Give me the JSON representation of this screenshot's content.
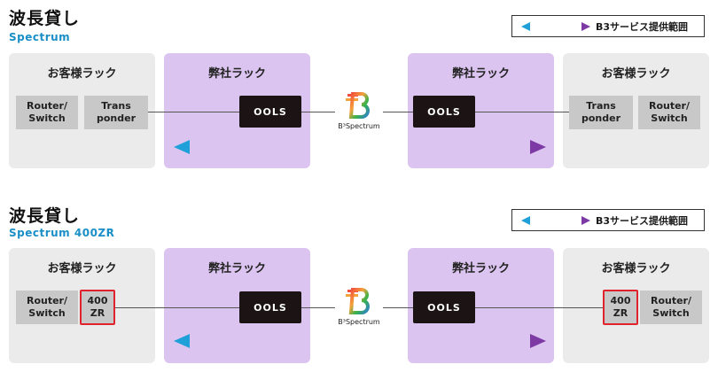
{
  "colors": {
    "accent_blue": "#1a8fc7",
    "purple": "#7b3fa6",
    "red_border": "#e0222c"
  },
  "sections": [
    {
      "title": "波長貸し",
      "subtitle": "Spectrum",
      "legend_text": "B3サービス提供範囲",
      "left_customer_rack": "お客様ラック",
      "left_company_rack": "弊社ラック",
      "right_company_rack": "弊社ラック",
      "right_customer_rack": "お客様ラック",
      "left_router": "Router/\nSwitch",
      "left_transponder": "Trans\nponder",
      "left_ools": "OOLS",
      "right_ools": "OOLS",
      "right_transponder": "Trans\nponder",
      "right_router": "Router/\nSwitch",
      "logo_text": "B³Spectrum"
    },
    {
      "title": "波長貸し",
      "subtitle": "Spectrum 400ZR",
      "legend_text": "B3サービス提供範囲",
      "left_customer_rack": "お客様ラック",
      "left_company_rack": "弊社ラック",
      "right_company_rack": "弊社ラック",
      "right_customer_rack": "お客様ラック",
      "left_router": "Router/\nSwitch",
      "left_zr": "400\nZR",
      "left_ools": "OOLS",
      "right_ools": "OOLS",
      "right_zr": "400\nZR",
      "right_router": "Router/\nSwitch",
      "logo_text": "B³Spectrum"
    }
  ]
}
